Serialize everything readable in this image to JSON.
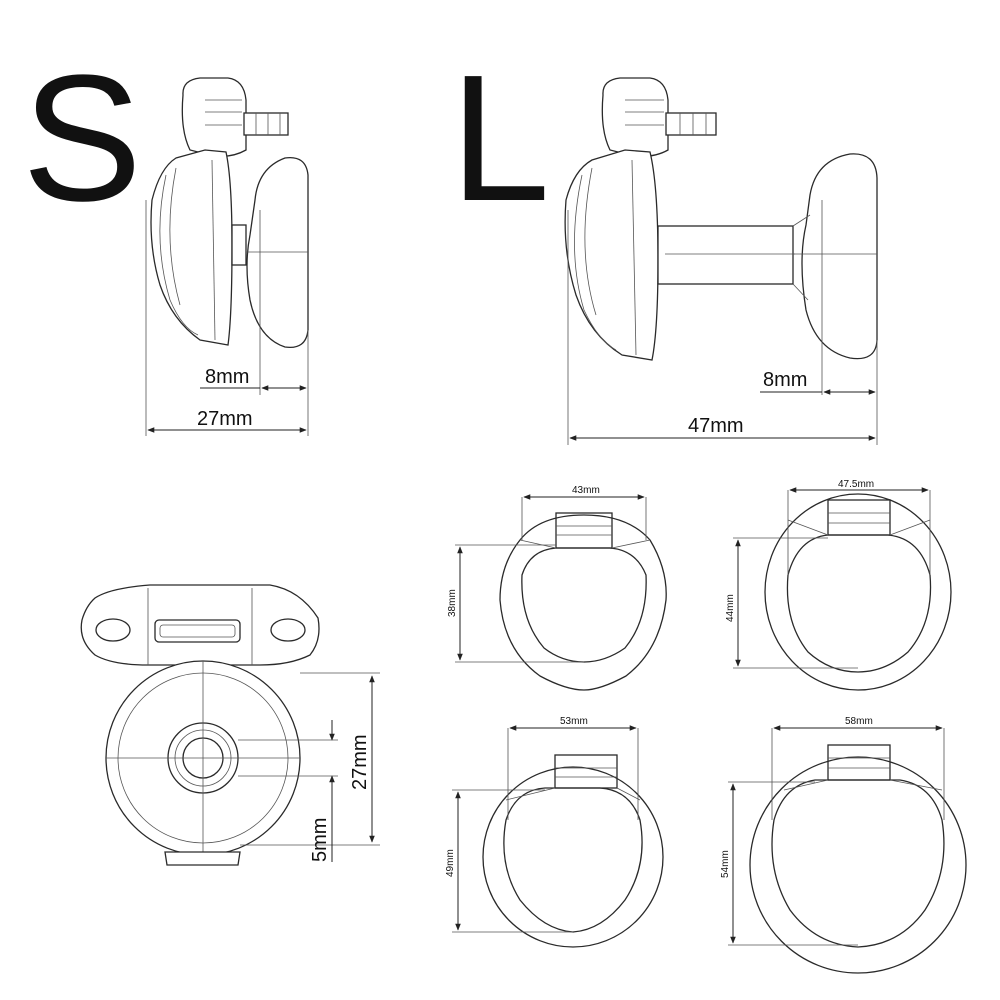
{
  "labels": {
    "size_s": "S",
    "size_l": "L"
  },
  "dimensions": {
    "s_gap": "8mm",
    "s_length": "27mm",
    "l_gap": "8mm",
    "l_length": "47mm",
    "front_diameter": "27mm",
    "front_hole": "5mm",
    "ring1_width": "43mm",
    "ring1_height": "38mm",
    "ring2_width": "47.5mm",
    "ring2_height": "44mm",
    "ring3_width": "53mm",
    "ring3_height": "49mm",
    "ring4_width": "58mm",
    "ring4_height": "54mm"
  },
  "colors": {
    "line": "#2a2a2a",
    "background": "#ffffff"
  }
}
